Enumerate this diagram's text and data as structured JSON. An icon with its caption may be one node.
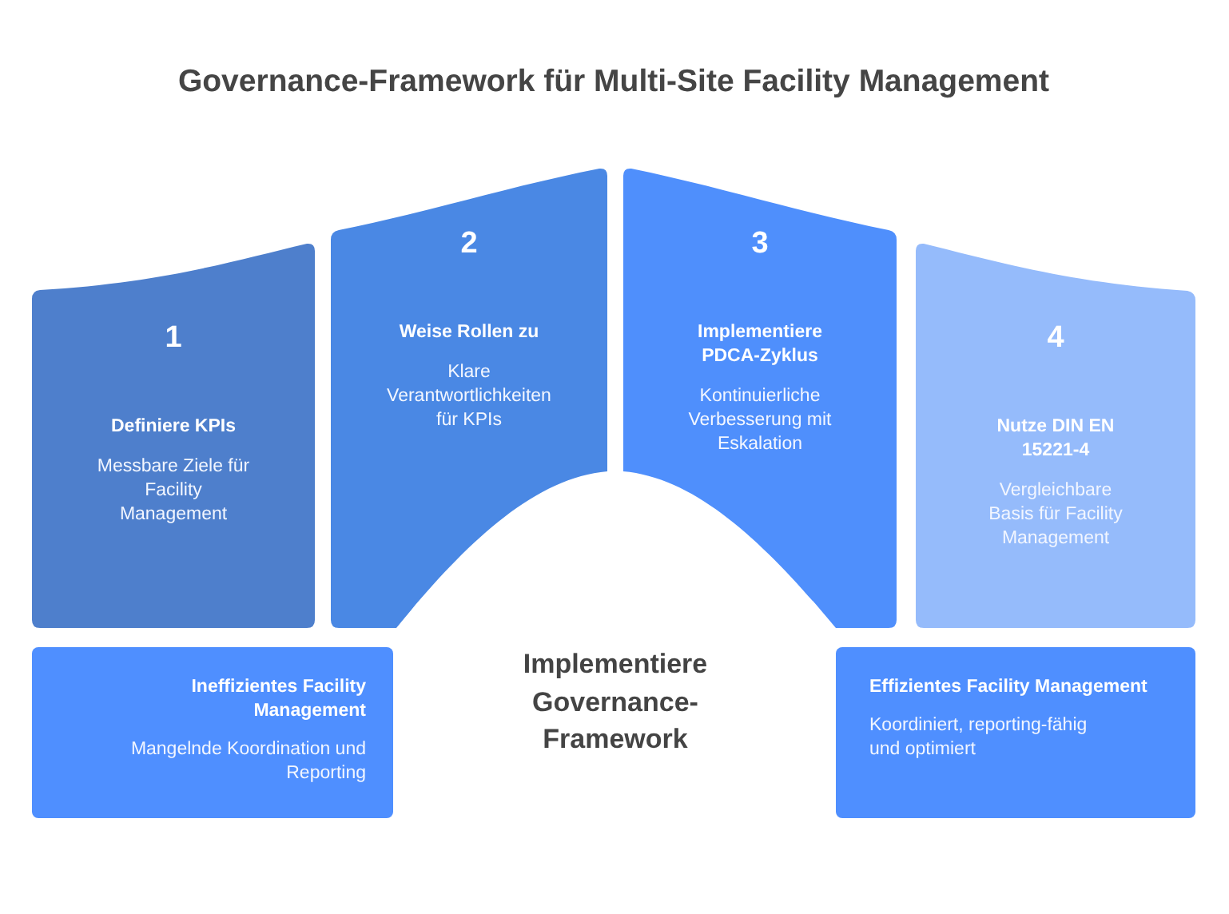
{
  "diagram": {
    "title": "Governance-Framework für Multi-Site Facility Management",
    "nodes": [
      {
        "text": [
          "1",
          "Definiere KPIs",
          "Messbare Ziele für Facility Management"
        ]
      },
      {
        "text": [
          "2",
          "Weise Rollen zu",
          "Klare Verantwortlichkeiten für KPIs"
        ]
      },
      {
        "text": [
          "3",
          "Implementiere PDCA-Zyklus",
          "Kontinuierliche Verbesserung mit Eskalation"
        ]
      },
      {
        "text": [
          "4",
          "Nutze DIN EN 15221-4",
          "Vergleichbare Basis für Facility Management"
        ]
      },
      {
        "text": [
          "Ineffizientes Facility Management",
          "Mangelnde Koordination und Reporting"
        ]
      },
      {
        "text": [
          "Effizientes Facility Management",
          "Koordiniert, reporting-fähig und optimiert"
        ]
      }
    ],
    "labels": [
      "Implementiere Governance-Framework"
    ]
  }
}
